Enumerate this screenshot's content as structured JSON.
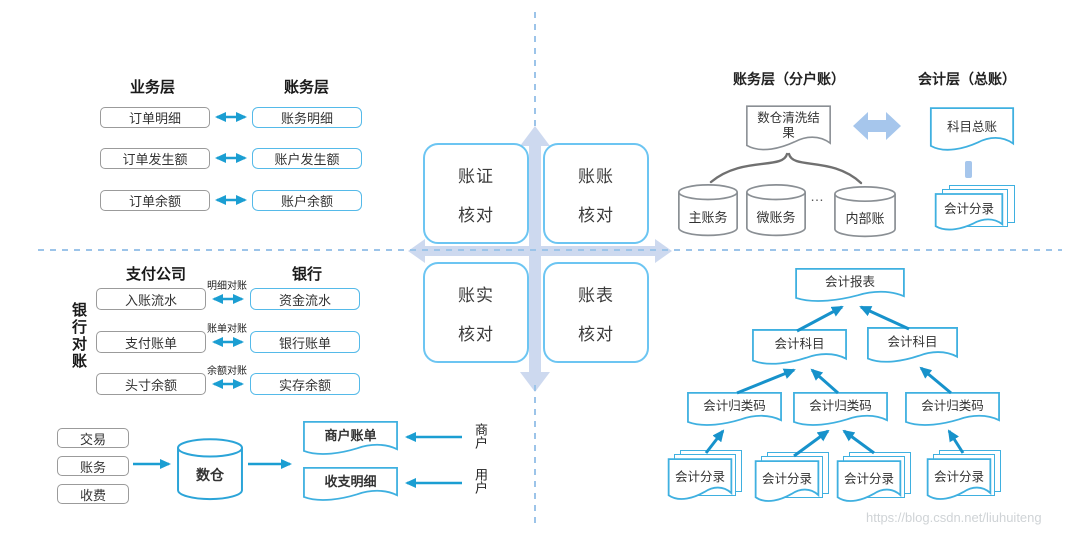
{
  "colors": {
    "cyan_arrow": "#1b9ed2",
    "tree_arrow": "#1792cb",
    "blue_border": "#55bae9",
    "tree_border": "#3fb0e0",
    "gray_border": "#9b9b9b",
    "soft_cross": "#cdd9ef",
    "soft_arrow": "#a6c6ec",
    "dashed_axis": "#9cc4e9"
  },
  "center": {
    "quadrants": [
      {
        "line1": "账证",
        "line2": "核对"
      },
      {
        "line1": "账账",
        "line2": "核对"
      },
      {
        "line1": "账实",
        "line2": "核对"
      },
      {
        "line1": "账表",
        "line2": "核对"
      }
    ]
  },
  "top_left": {
    "col1_header": "业务层",
    "col2_header": "账务层",
    "rows": [
      {
        "left": "订单明细",
        "right": "账务明细"
      },
      {
        "left": "订单发生额",
        "right": "账户发生额"
      },
      {
        "left": "订单余额",
        "right": "账户余额"
      }
    ]
  },
  "top_right": {
    "header_left": "账务层（分户账）",
    "header_right": "会计层（总账）",
    "warehouse_doc_line1": "数仓清洗结",
    "warehouse_doc_line2": "果",
    "ledger_doc": "科目总账",
    "entries_stack": "会计分录",
    "cylinders": [
      "主账务",
      "微账务",
      "内部账"
    ],
    "ellipsis": "…"
  },
  "bottom_left": {
    "side_label": "银行对账",
    "col1_header": "支付公司",
    "col2_header": "银行",
    "rows": [
      {
        "left": "入账流水",
        "right": "资金流水",
        "arrow_label": "明细对账"
      },
      {
        "left": "支付账单",
        "right": "银行账单",
        "arrow_label": "账单对账"
      },
      {
        "left": "头寸余额",
        "right": "实存余额",
        "arrow_label": "余额对账"
      }
    ],
    "sources": [
      "交易",
      "账务",
      "收费"
    ],
    "warehouse": "数仓",
    "docs": [
      {
        "label": "商户账单",
        "actor": "商户"
      },
      {
        "label": "收支明细",
        "actor": "用户"
      }
    ]
  },
  "bottom_right": {
    "report": "会计报表",
    "subjects": [
      "会计科目",
      "会计科目"
    ],
    "codes": [
      "会计归类码",
      "会计归类码",
      "会计归类码"
    ],
    "entries": [
      "会计分录",
      "会计分录",
      "会计分录",
      "会计分录"
    ]
  },
  "watermark": "https://blog.csdn.net/liuhuiteng"
}
